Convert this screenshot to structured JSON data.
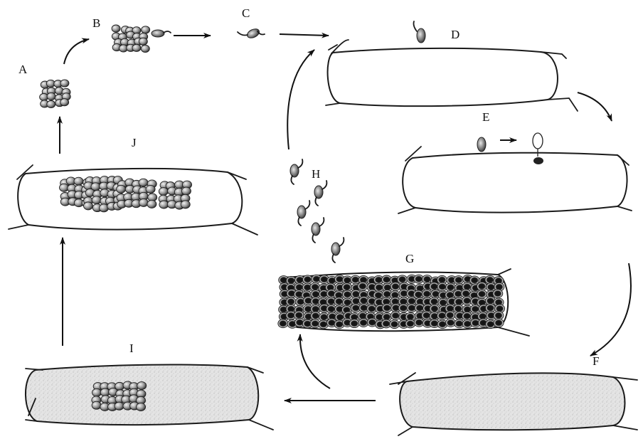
{
  "labels": {
    "A": "A",
    "B": "B",
    "C": "C",
    "D": "D",
    "E": "E",
    "F": "F",
    "G": "G",
    "H": "H",
    "I": "I",
    "J": "J"
  },
  "colors": {
    "stroke": "#1a1a1a",
    "spore_light": "#c9c9c9",
    "spore_dark": "#3a3a3a",
    "cytoplasm_speckle": "#cfcfcf"
  }
}
